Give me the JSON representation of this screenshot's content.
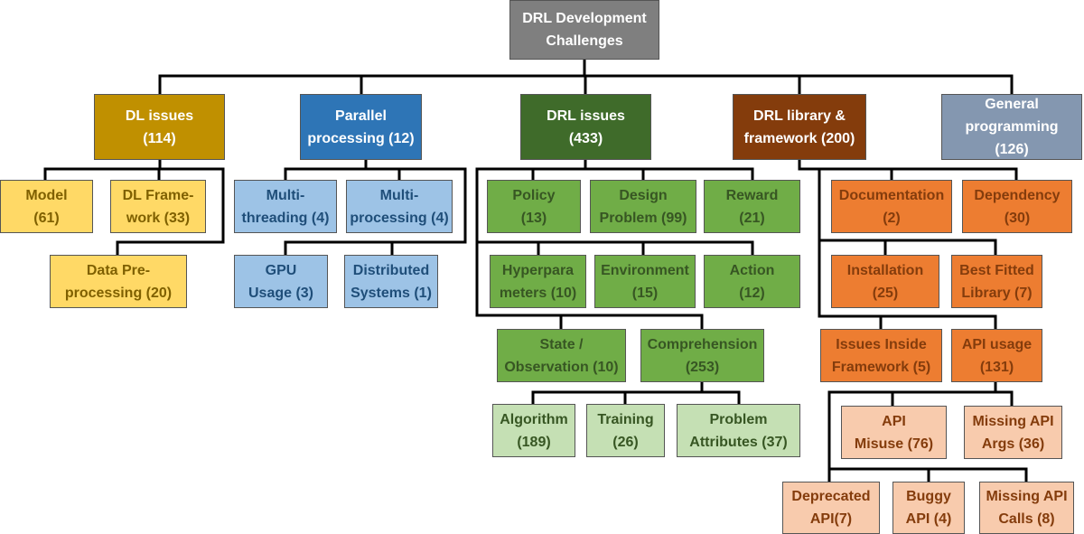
{
  "colors": {
    "root": {
      "fill": "#7f7f7f",
      "text": "#ffffff"
    },
    "dl": {
      "fill": "#c09000",
      "text": "#ffffff"
    },
    "dl_child": {
      "fill": "#ffd966",
      "text": "#7f6000"
    },
    "parallel": {
      "fill": "#2e75b6",
      "text": "#ffffff"
    },
    "parallel_child": {
      "fill": "#9dc3e6",
      "text": "#1f4e79"
    },
    "drl": {
      "fill": "#3f6b2a",
      "text": "#ffffff"
    },
    "drl_child": {
      "fill": "#70ad47",
      "text": "#375623"
    },
    "drl_grandchild": {
      "fill": "#c5e0b4",
      "text": "#375623"
    },
    "lib": {
      "fill": "#843c0c",
      "text": "#ffffff"
    },
    "lib_child": {
      "fill": "#ed7d31",
      "text": "#843c0c"
    },
    "lib_grandchild": {
      "fill": "#f8cbad",
      "text": "#843c0c"
    },
    "general": {
      "fill": "#8497b0",
      "text": "#ffffff"
    },
    "connector": "#000000"
  },
  "nodes": {
    "root": "DRL Development\nChallenges",
    "dl_issues": "DL issues\n(114)",
    "parallel_processing": "Parallel\nprocessing (12)",
    "drl_issues": "DRL issues\n(433)",
    "drl_library": "DRL library &\nframework (200)",
    "general_programming": "General\nprogramming\n(126)",
    "model": "Model\n(61)",
    "dl_framework": "DL Frame-\nwork (33)",
    "data_preprocessing": "Data Pre-\nprocessing (20)",
    "multithreading": "Multi-\nthreading (4)",
    "multiprocessing": "Multi-\nprocessing (4)",
    "gpu_usage": "GPU\nUsage (3)",
    "distributed_systems": "Distributed\nSystems (1)",
    "policy": "Policy\n(13)",
    "design_problem": "Design\nProblem (99)",
    "reward": "Reward\n(21)",
    "hyperparameters": "Hyperpara\nmeters (10)",
    "environment": "Environment\n(15)",
    "action": "Action\n(12)",
    "state_observation": "State /\nObservation (10)",
    "comprehension": "Comprehension\n(253)",
    "algorithm": "Algorithm\n(189)",
    "training": "Training\n(26)",
    "problem_attributes": "Problem\nAttributes (37)",
    "documentation": "Documentation\n(2)",
    "dependency": "Dependency\n(30)",
    "installation": "Installation\n(25)",
    "best_fitted_library": "Best Fitted\nLibrary (7)",
    "issues_inside_framework": "Issues Inside\nFramework (5)",
    "api_usage": "API usage\n(131)",
    "api_misuse": "API\nMisuse (76)",
    "missing_api_args": "Missing API\nArgs (36)",
    "deprecated_api": "Deprecated\nAPI(7)",
    "buggy_api": "Buggy\nAPI (4)",
    "missing_api_calls": "Missing API\nCalls (8)"
  }
}
